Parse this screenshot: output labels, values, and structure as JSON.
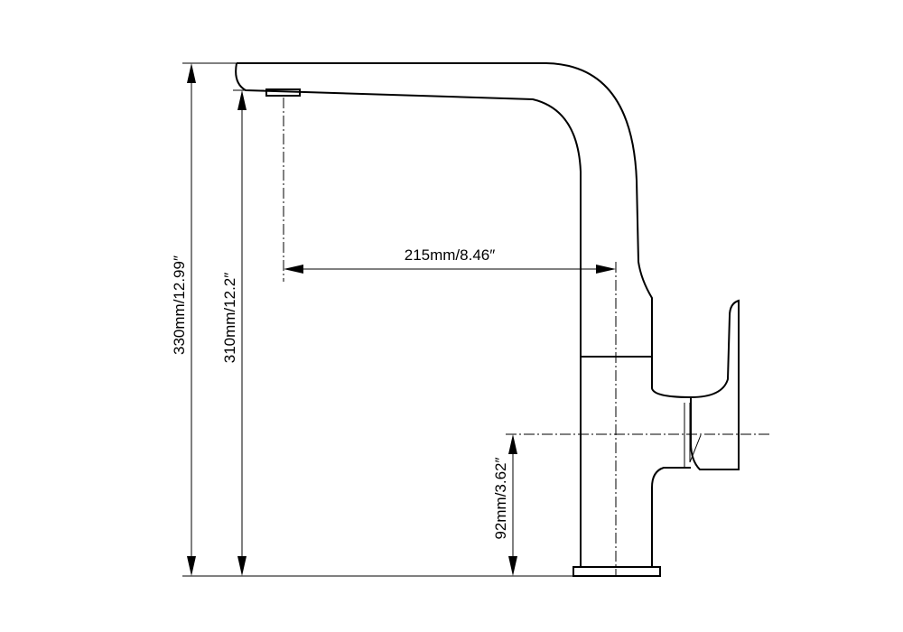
{
  "dimensions": {
    "total_height": "330mm/12.99″",
    "spout_height": "310mm/12.2″",
    "spout_reach": "215mm/8.46″",
    "handle_height": "92mm/3.62″"
  },
  "colors": {
    "line": "#000000",
    "background": "#ffffff"
  }
}
